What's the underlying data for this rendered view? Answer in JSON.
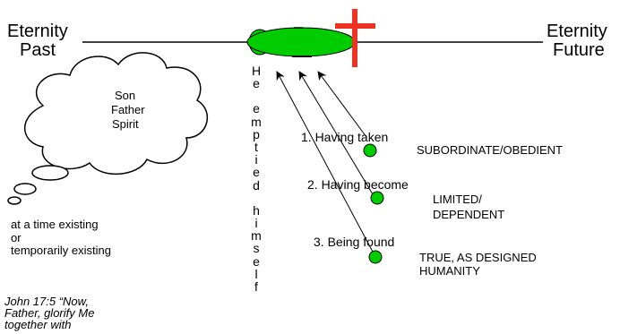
{
  "timeline": {
    "left_label_line1": "Eternity",
    "left_label_line2": "Past",
    "right_label_line1": "Eternity",
    "right_label_line2": "Future"
  },
  "cloud": {
    "words": [
      "Son",
      "Father",
      "Spirit"
    ],
    "caption_lines": [
      "at a time existing",
      "or",
      "temporarily existing"
    ]
  },
  "vertical_text": "He emptied himself",
  "steps": [
    {
      "label": "1. Having taken",
      "result": [
        "SUBORDINATE/OBEDIENT"
      ]
    },
    {
      "label": "2. Having become",
      "result": [
        "LIMITED/",
        "DEPENDENT"
      ]
    },
    {
      "label": "3. Being found",
      "result": [
        "TRUE, AS DESIGNED",
        "HUMANITY"
      ]
    }
  ],
  "quote_lines": [
    "John 17:5 “Now,",
    "Father, glorify Me",
    "together with"
  ],
  "colors": {
    "green": "#00cc00",
    "cross": "#ee3322",
    "ink": "#000000"
  },
  "icons": [
    "cloud-icon",
    "cross-icon",
    "thought-bubble-icon"
  ]
}
